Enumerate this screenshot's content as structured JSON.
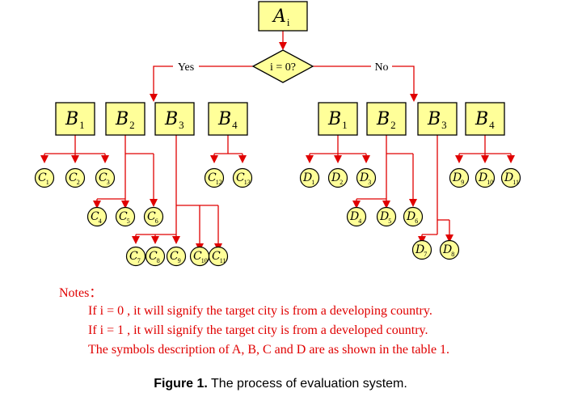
{
  "root": {
    "label": "A",
    "sub": "i"
  },
  "decision": {
    "label": "i = 0?"
  },
  "branches": {
    "yes": "Yes",
    "no": "No"
  },
  "yes_side": {
    "b_nodes": [
      {
        "label": "B",
        "sub": "1"
      },
      {
        "label": "B",
        "sub": "2"
      },
      {
        "label": "B",
        "sub": "3"
      },
      {
        "label": "B",
        "sub": "4"
      }
    ],
    "leaf_prefix": "C",
    "groups": [
      {
        "parent": "B1",
        "children": [
          "1",
          "2",
          "3"
        ]
      },
      {
        "parent": "B2",
        "children": [
          "4",
          "5",
          "6"
        ]
      },
      {
        "parent": "B3",
        "children": [
          "7",
          "8",
          "9",
          "10",
          "11"
        ]
      },
      {
        "parent": "B4",
        "children": [
          "12",
          "13"
        ]
      }
    ]
  },
  "no_side": {
    "b_nodes": [
      {
        "label": "B",
        "sub": "1"
      },
      {
        "label": "B",
        "sub": "2"
      },
      {
        "label": "B",
        "sub": "3"
      },
      {
        "label": "B",
        "sub": "4"
      }
    ],
    "leaf_prefix": "D",
    "groups": [
      {
        "parent": "B1",
        "children": [
          "1",
          "2",
          "3"
        ]
      },
      {
        "parent": "B2",
        "children": [
          "4",
          "5",
          "6"
        ]
      },
      {
        "parent": "B3",
        "children": [
          "7",
          "8"
        ]
      },
      {
        "parent": "B4",
        "children": [
          "9",
          "10",
          "11"
        ]
      }
    ]
  },
  "notes": {
    "title": "Notes：",
    "lines": [
      "If i = 0 , it will signify the target city is from a developing country.",
      "If i = 1 , it will signify the target city is from a developed country.",
      "The symbols description of A, B, C and D are as shown in the table 1."
    ]
  },
  "caption": {
    "label": "Figure 1.",
    "text": " The process of evaluation system."
  },
  "colors": {
    "node_fill": "#ffff99",
    "edge": "#e00000",
    "notes": "#e00000"
  }
}
